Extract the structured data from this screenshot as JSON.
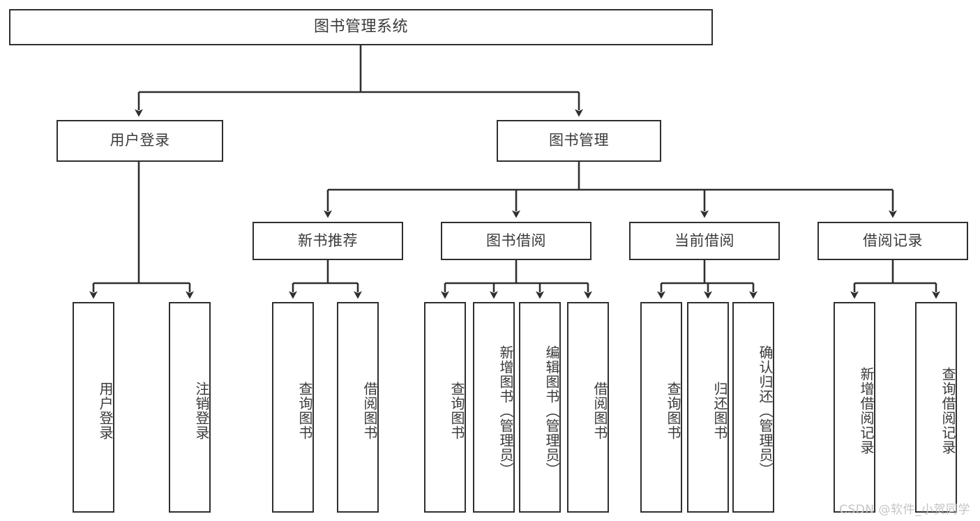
{
  "diagram": {
    "title": "图书管理系统",
    "type": "hierarchy-tree",
    "root": {
      "id": "root",
      "label": "图书管理系统"
    },
    "level2": [
      {
        "id": "user-login",
        "label": "用户登录"
      },
      {
        "id": "book-manage",
        "label": "图书管理"
      }
    ],
    "level3": [
      {
        "id": "new-book-recommend",
        "label": "新书推荐",
        "parent": "book-manage"
      },
      {
        "id": "book-borrow",
        "label": "图书借阅",
        "parent": "book-manage"
      },
      {
        "id": "current-borrow",
        "label": "当前借阅",
        "parent": "book-manage"
      },
      {
        "id": "borrow-record",
        "label": "借阅记录",
        "parent": "book-manage"
      }
    ],
    "leaves": [
      {
        "id": "leaf-user-login",
        "label": "用户登录",
        "parent": "user-login"
      },
      {
        "id": "leaf-user-logout",
        "label": "注销登录",
        "parent": "user-login"
      },
      {
        "id": "leaf-query-book-1",
        "label": "查询图书",
        "parent": "new-book-recommend"
      },
      {
        "id": "leaf-borrow-book-1",
        "label": "借阅图书",
        "parent": "new-book-recommend"
      },
      {
        "id": "leaf-query-book-2",
        "label": "查询图书",
        "parent": "book-borrow"
      },
      {
        "id": "leaf-add-book",
        "label": "新增图书（管理员）",
        "parent": "book-borrow"
      },
      {
        "id": "leaf-edit-book",
        "label": "编辑图书（管理员）",
        "parent": "book-borrow"
      },
      {
        "id": "leaf-borrow-book-2",
        "label": "借阅图书",
        "parent": "book-borrow"
      },
      {
        "id": "leaf-query-book-3",
        "label": "查询图书",
        "parent": "current-borrow"
      },
      {
        "id": "leaf-return-book",
        "label": "归还图书",
        "parent": "current-borrow"
      },
      {
        "id": "leaf-confirm-return",
        "label": "确认归还（管理员）",
        "parent": "current-borrow"
      },
      {
        "id": "leaf-add-record",
        "label": "新增借阅记录",
        "parent": "borrow-record"
      },
      {
        "id": "leaf-query-record",
        "label": "查询借阅记录",
        "parent": "borrow-record"
      }
    ]
  },
  "watermark": {
    "text": "CSDN @软件_小贺同学"
  },
  "colors": {
    "stroke": "#2f2f2f",
    "text": "#3a3a3a",
    "background": "#ffffff",
    "watermark": "#c4c4c4"
  }
}
